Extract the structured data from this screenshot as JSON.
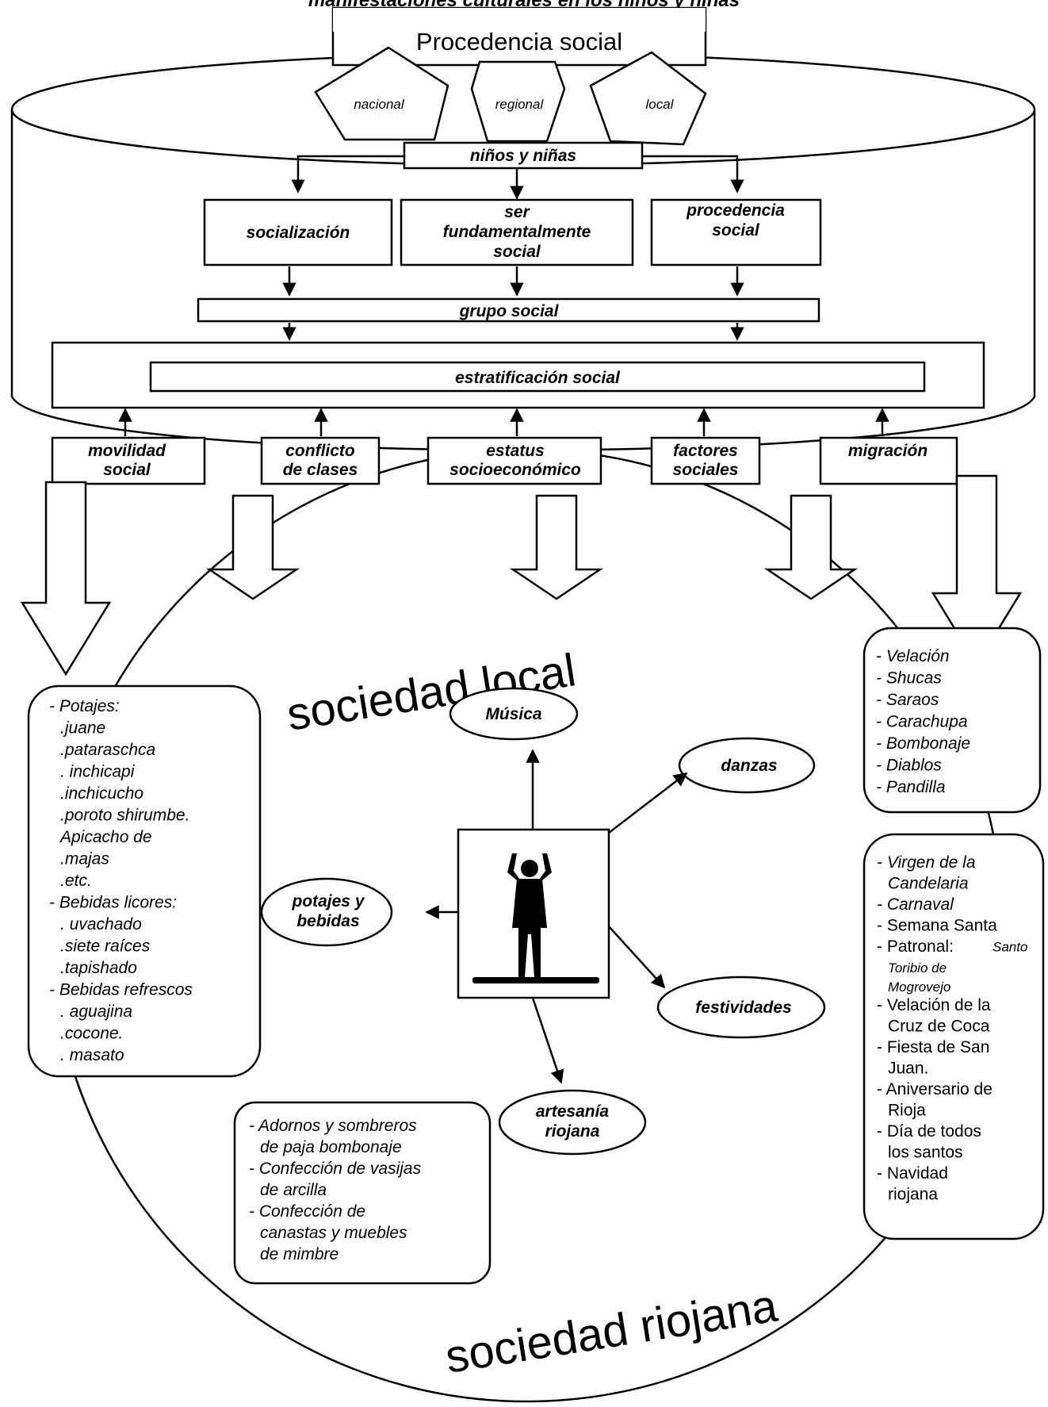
{
  "diagram": {
    "header_partial": "manifestaciones culturales en los niños y niñas",
    "top_title": "Procedencia social",
    "origins": [
      "nacional",
      "regional",
      "local"
    ],
    "children_box": "niños y niñas",
    "level2": {
      "left": "socialización",
      "middle": [
        "ser",
        "fundamentalmente",
        "social"
      ],
      "right": [
        "procedencia",
        "social"
      ]
    },
    "group": "grupo social",
    "stratification": "estratificación social",
    "factors": [
      [
        "movilidad",
        "social"
      ],
      [
        "conflicto",
        "de clases"
      ],
      [
        "estatus",
        "socioeconómico"
      ],
      [
        "factores",
        "sociales"
      ],
      [
        "migración"
      ]
    ],
    "society_local": "sociedad local",
    "society_riojana": "sociedad riojana",
    "ovals": {
      "musica": "Música",
      "danzas": "danzas",
      "potajes": [
        "potajes y",
        "bebidas"
      ],
      "festividades": "festividades",
      "artesania": [
        "artesanía",
        "riojana"
      ]
    },
    "list_food": [
      "- Potajes:",
      ".juane",
      ".pataraschca",
      ". inchicapi",
      ".inchicucho",
      ".poroto shirumbe.",
      "Apicacho de",
      ".majas",
      ".etc.",
      "- Bebidas licores:",
      ". uvachado",
      ".siete raíces",
      ".tapishado",
      "- Bebidas refrescos",
      ". aguajina",
      ".cocone.",
      ". masato"
    ],
    "list_dances": [
      "- Velación",
      "- Shucas",
      "- Saraos",
      "- Carachupa",
      "- Bombonaje",
      "- Diablos",
      "- Pandilla"
    ],
    "list_festivities": [
      "- Virgen de la",
      "Candelaria",
      "- Carnaval",
      "- Semana Santa",
      "- Patronal:",
      "Santo",
      "Toribio de",
      "Mogrovejo",
      "- Velación de la",
      "Cruz de Coca",
      "- Fiesta de San",
      "Juan.",
      "- Aniversario de",
      "Rioja",
      "- Día de todos",
      "los santos",
      "- Navidad",
      "riojana"
    ],
    "list_crafts": [
      "- Adornos y sombreros",
      "de paja bombonaje",
      "- Confección de vasijas",
      "de arcilla",
      "- Confección de",
      "canastas y muebles",
      "de mimbre"
    ]
  }
}
